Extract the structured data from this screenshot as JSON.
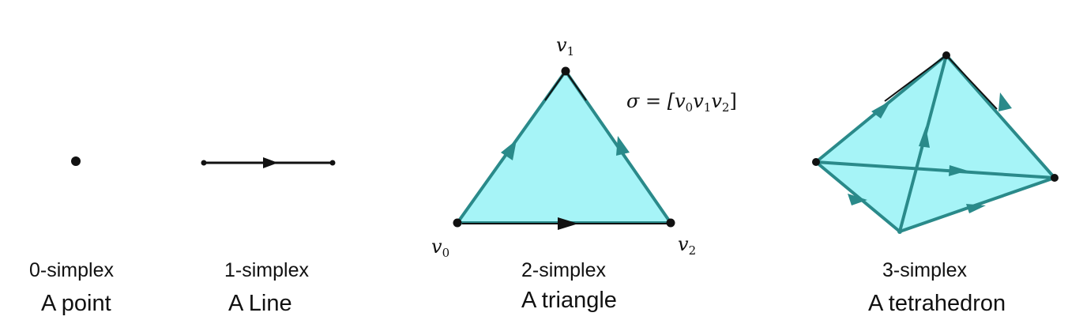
{
  "panels": [
    {
      "label": "0-simplex",
      "name": "A point"
    },
    {
      "label": "1-simplex",
      "name": "A Line"
    },
    {
      "label": "2-simplex",
      "name": "A triangle"
    },
    {
      "label": "3-simplex",
      "name": "A tetrahedron"
    }
  ],
  "triangle": {
    "v0": "v",
    "v0_sub": "0",
    "v1": "v",
    "v1_sub": "1",
    "v2": "v",
    "v2_sub": "2",
    "sigma": "σ = [v",
    "sigma_sub0": "0",
    "sigma_v1": "v",
    "sigma_sub1": "1",
    "sigma_v2": "v",
    "sigma_sub2": "2",
    "sigma_close": "]"
  },
  "colors": {
    "fill": "#a6f4f7",
    "edge": "#2a8a8a",
    "line": "#111111"
  }
}
